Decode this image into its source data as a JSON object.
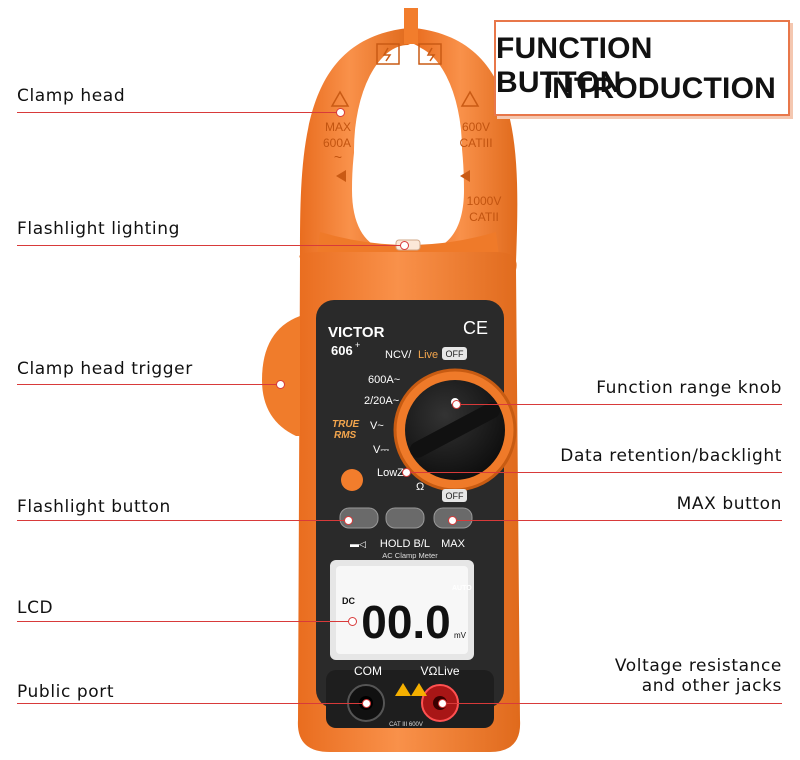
{
  "title": {
    "line1": "FUNCTION BUTTON",
    "line2": "INTRODUCTION"
  },
  "callouts": {
    "clamp_head": "Clamp head",
    "flashlight_lighting": "Flashlight lighting",
    "clamp_head_trigger": "Clamp head trigger",
    "function_range_knob": "Function range knob",
    "data_retention_backlight": "Data retention/backlight",
    "flashlight_button": "Flashlight button",
    "max_button": "MAX button",
    "lcd": "LCD",
    "public_port": "Public port",
    "voltage_jacks_line1": "Voltage resistance",
    "voltage_jacks_line2": "and other jacks"
  },
  "device": {
    "brand": "VICTOR",
    "model": "606",
    "model_sup": "+",
    "ce_mark": "CE",
    "true_rms_1": "TRUE",
    "true_rms_2": "RMS",
    "clamp_left_1": "MAX",
    "clamp_left_2": "600A",
    "clamp_left_3": "~",
    "clamp_right_1": "600V",
    "clamp_right_2": "CATIII",
    "clamp_right_3": "1000V",
    "clamp_right_4": "CATII",
    "dial_labels": [
      "NCV/",
      "Live",
      "OFF",
      "600A~",
      "2/20A~",
      "V~",
      "V⎓",
      "LowZ",
      "Ω",
      "OFF"
    ],
    "button_labels": {
      "flashlight": "▬◁",
      "hold": "HOLD B/L",
      "max": "MAX"
    },
    "meter_caption": "AC Clamp Meter",
    "lcd": {
      "reading": "00.0",
      "dc": "DC",
      "auto": "AUTO",
      "unit": "mV"
    },
    "ports": {
      "com": "COM",
      "vlive": "VΩLive",
      "cat": "CAT III 600V"
    }
  },
  "colors": {
    "body_orange": "#f27d2c",
    "panel_dark": "#2a2a2a",
    "leader_red": "#d83a3a",
    "accent_frame": "#e8774a"
  }
}
